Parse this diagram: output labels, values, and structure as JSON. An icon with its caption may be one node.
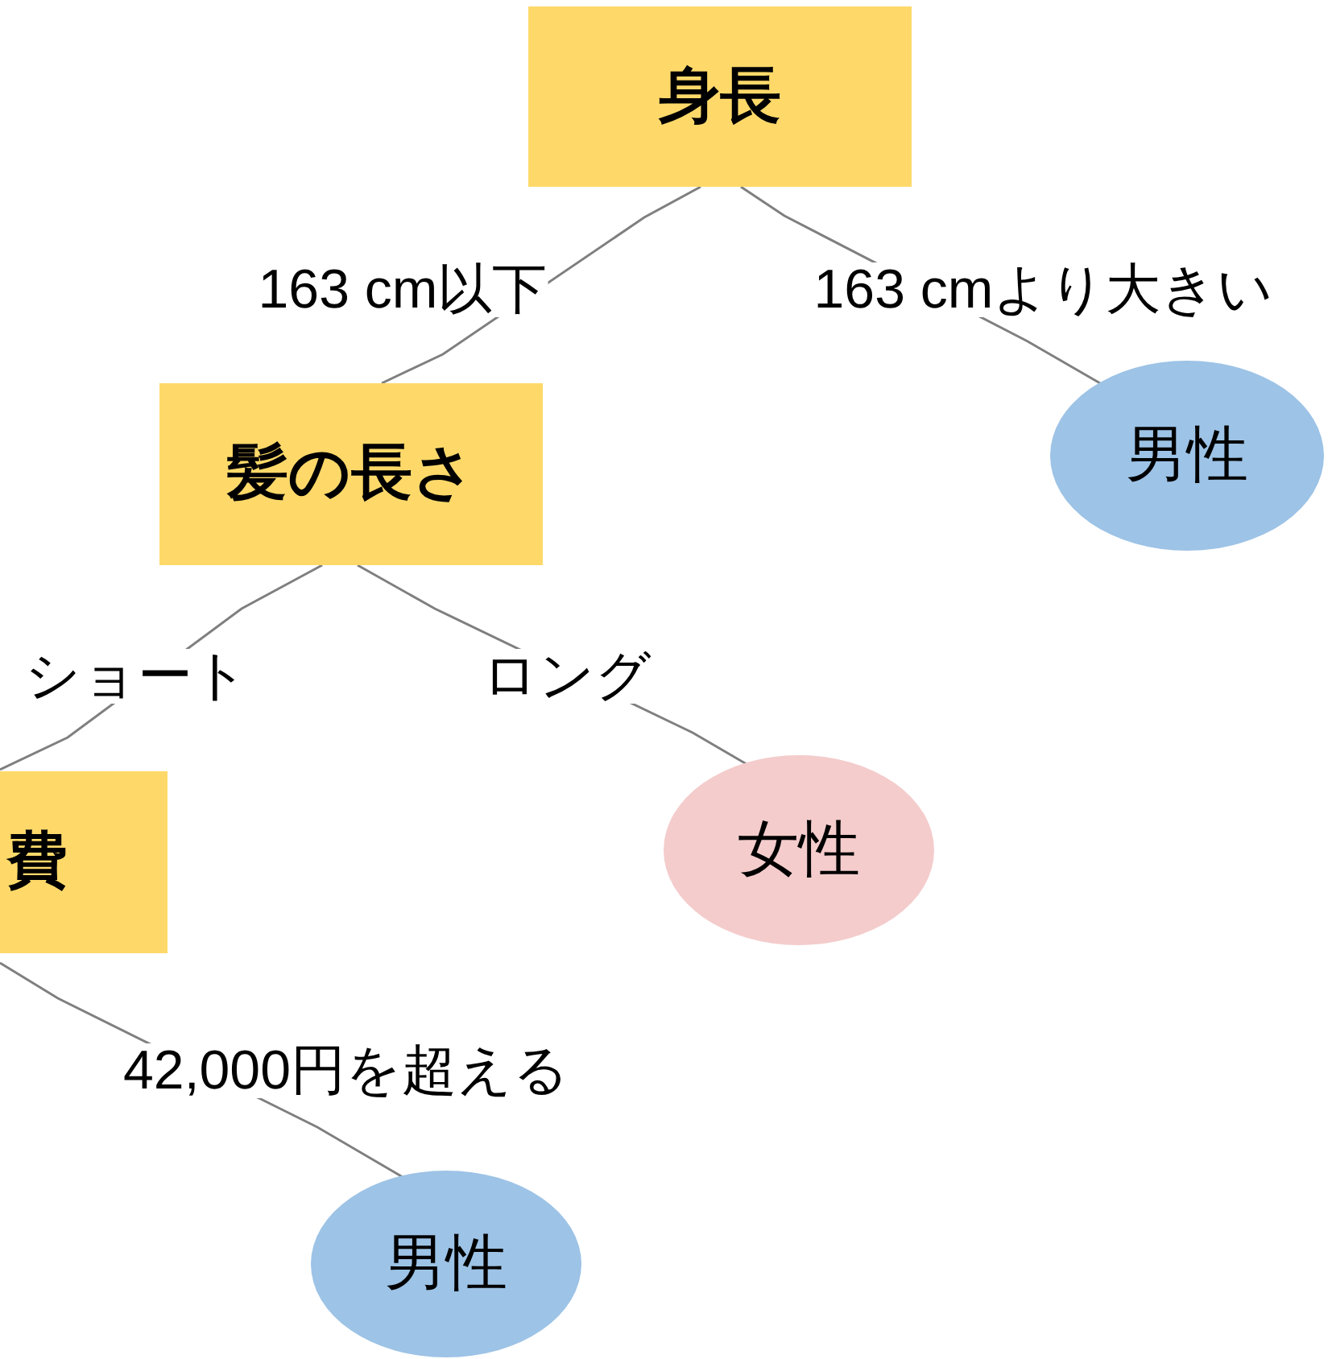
{
  "diagram": {
    "nodes": [
      {
        "text": [
          "身長"
        ]
      },
      {
        "text": [
          "髪の長さ"
        ]
      },
      {
        "text": [
          "男性"
        ]
      },
      {
        "text": [
          "費"
        ]
      },
      {
        "text": [
          "女性"
        ]
      },
      {
        "text": [
          "男性"
        ]
      }
    ],
    "edges": [
      {
        "from": 0,
        "to": 1,
        "arrow": "none",
        "label": "163 cm以下"
      },
      {
        "from": 0,
        "to": 2,
        "arrow": "none",
        "label": "163 cmより大きい"
      },
      {
        "from": 1,
        "to": 3,
        "arrow": "none",
        "label": "ショート"
      },
      {
        "from": 1,
        "to": 4,
        "arrow": "none",
        "label": "ロング"
      },
      {
        "from": 3,
        "to": 5,
        "arrow": "none",
        "label": "42,000円を超える"
      }
    ]
  }
}
